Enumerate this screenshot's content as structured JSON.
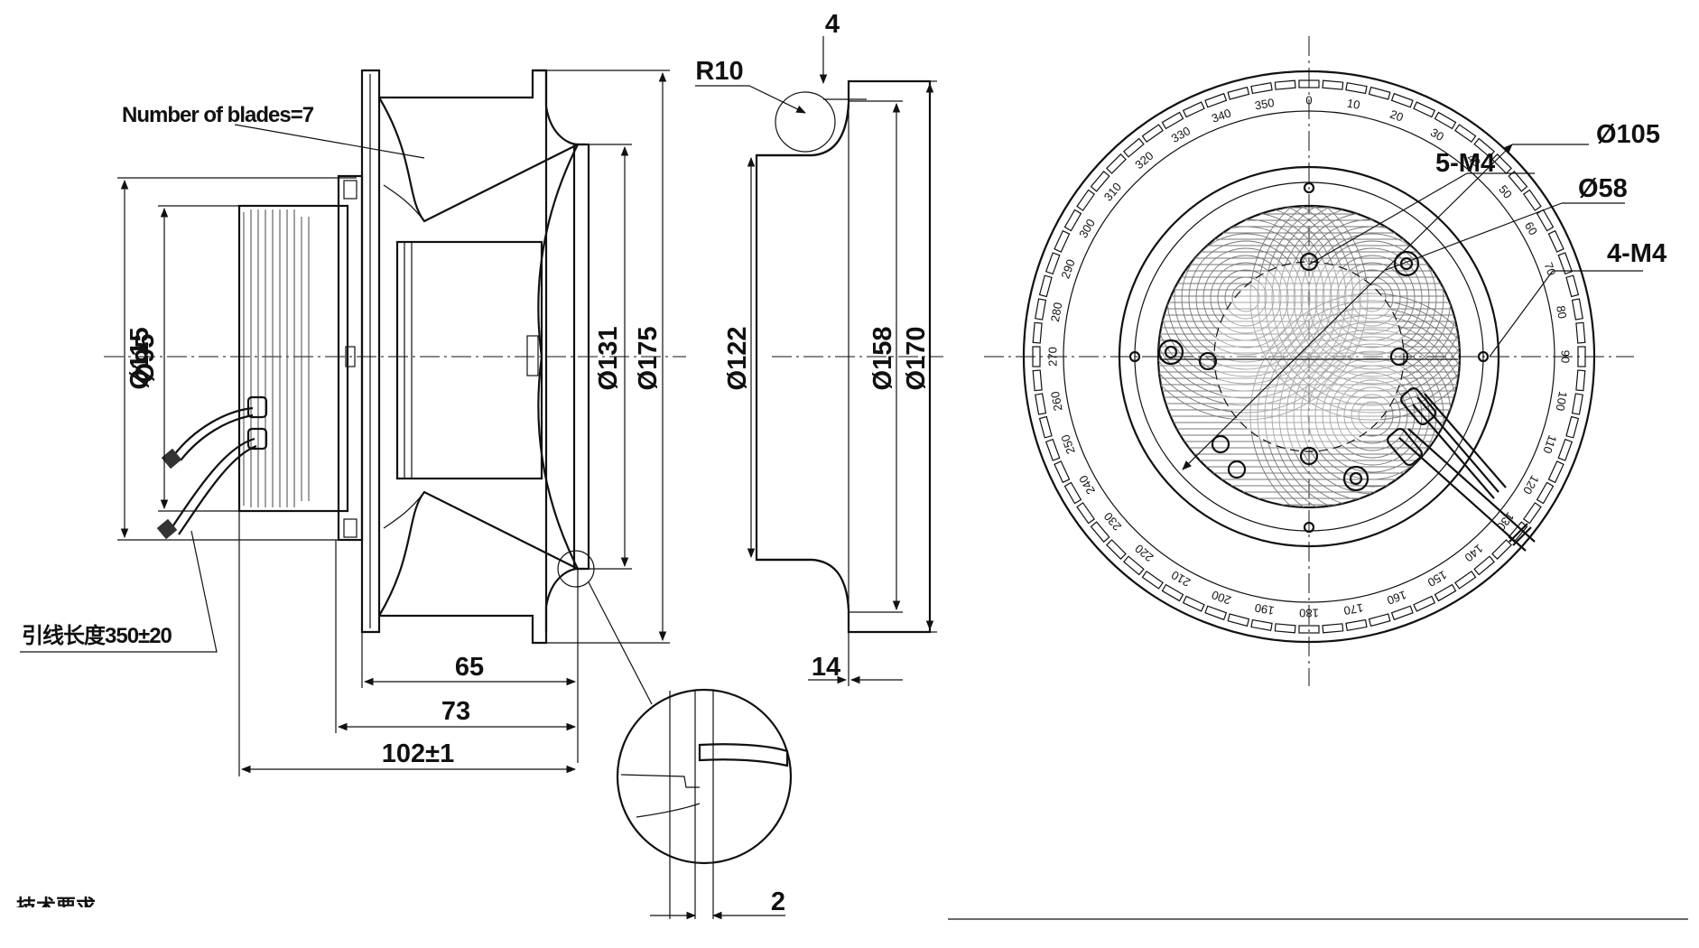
{
  "notes": {
    "blades": "Number of blades=7",
    "lead_length": "引线长度350±20",
    "footer_cut": "技术要求"
  },
  "side_view": {
    "d115": "Ø115",
    "d95": "Ø95",
    "d131": "Ø131",
    "d175": "Ø175",
    "len65": "65",
    "len73": "73",
    "len102": "102±1"
  },
  "inlet_ring": {
    "r10": "R10",
    "t4": "4",
    "d122": "Ø122",
    "d158": "Ø158",
    "d170": "Ø170",
    "w14": "14"
  },
  "detail": {
    "gap2": "2"
  },
  "top_view": {
    "d105": "Ø105",
    "d58": "Ø58",
    "m4_5": "5-M4",
    "m4_4": "4-M4",
    "angle_scale": [
      "0",
      "10",
      "20",
      "30",
      "40",
      "50",
      "60",
      "70",
      "80",
      "90",
      "100",
      "110",
      "120",
      "130",
      "140",
      "150",
      "160",
      "170",
      "180",
      "190",
      "200",
      "210",
      "220",
      "230",
      "240",
      "250",
      "260",
      "270",
      "280",
      "290",
      "300",
      "310",
      "320",
      "330",
      "340",
      "350"
    ]
  }
}
